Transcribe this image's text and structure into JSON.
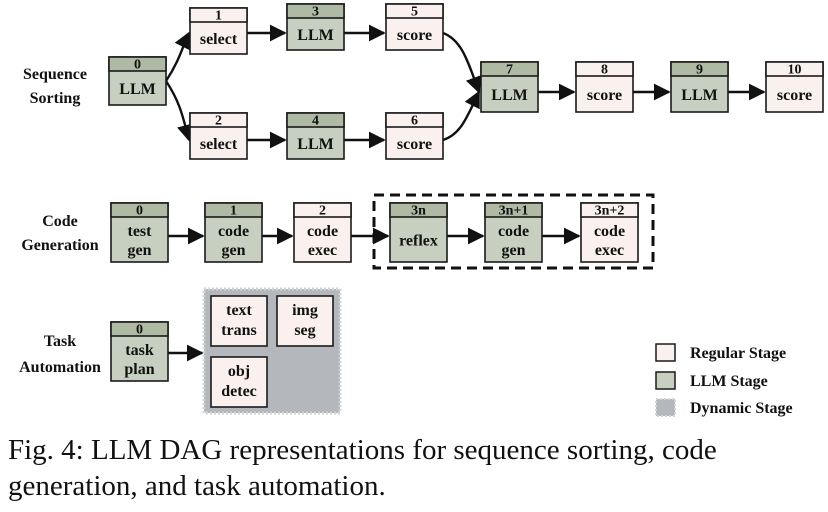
{
  "colors": {
    "regular": "#faf1ee",
    "llm": "#c7d0c0",
    "llm_header": "#aebaa4",
    "dynamic": "#b4b8bc",
    "border": "#1a1a1a"
  },
  "rows": {
    "sequence_sorting": [
      "Sequence",
      "Sorting"
    ],
    "code_generation": [
      "Code",
      "Generation"
    ],
    "task_automation": [
      "Task",
      "Automation"
    ]
  },
  "nodes": {
    "ss0": {
      "num": "0",
      "label": [
        "LLM"
      ],
      "kind": "llm"
    },
    "ss1": {
      "num": "1",
      "label": [
        "select"
      ],
      "kind": "regular"
    },
    "ss2": {
      "num": "2",
      "label": [
        "select"
      ],
      "kind": "regular"
    },
    "ss3": {
      "num": "3",
      "label": [
        "LLM"
      ],
      "kind": "llm"
    },
    "ss4": {
      "num": "4",
      "label": [
        "LLM"
      ],
      "kind": "llm"
    },
    "ss5": {
      "num": "5",
      "label": [
        "score"
      ],
      "kind": "regular"
    },
    "ss6": {
      "num": "6",
      "label": [
        "score"
      ],
      "kind": "regular"
    },
    "ss7": {
      "num": "7",
      "label": [
        "LLM"
      ],
      "kind": "llm"
    },
    "ss8": {
      "num": "8",
      "label": [
        "score"
      ],
      "kind": "regular"
    },
    "ss9": {
      "num": "9",
      "label": [
        "LLM"
      ],
      "kind": "llm"
    },
    "ss10": {
      "num": "10",
      "label": [
        "score"
      ],
      "kind": "regular"
    },
    "cg0": {
      "num": "0",
      "label": [
        "test",
        "gen"
      ],
      "kind": "llm"
    },
    "cg1": {
      "num": "1",
      "label": [
        "code",
        "gen"
      ],
      "kind": "llm"
    },
    "cg2": {
      "num": "2",
      "label": [
        "code",
        "exec"
      ],
      "kind": "regular"
    },
    "cg3": {
      "num": "3n",
      "label": [
        "reflex"
      ],
      "kind": "llm"
    },
    "cg4": {
      "num": "3n+1",
      "label": [
        "code",
        "gen"
      ],
      "kind": "llm"
    },
    "cg5": {
      "num": "3n+2",
      "label": [
        "code",
        "exec"
      ],
      "kind": "regular"
    },
    "ta0": {
      "num": "0",
      "label": [
        "task",
        "plan"
      ],
      "kind": "llm"
    }
  },
  "dynamic_items": {
    "text_trans": [
      "text",
      "trans"
    ],
    "img_seg": [
      "img",
      "seg"
    ],
    "obj_detec": [
      "obj",
      "detec"
    ]
  },
  "legend": {
    "regular": "Regular Stage",
    "llm": "LLM Stage",
    "dynamic": "Dynamic Stage"
  },
  "caption": "Fig. 4: LLM DAG representations for sequence sorting, code generation, and task automation."
}
